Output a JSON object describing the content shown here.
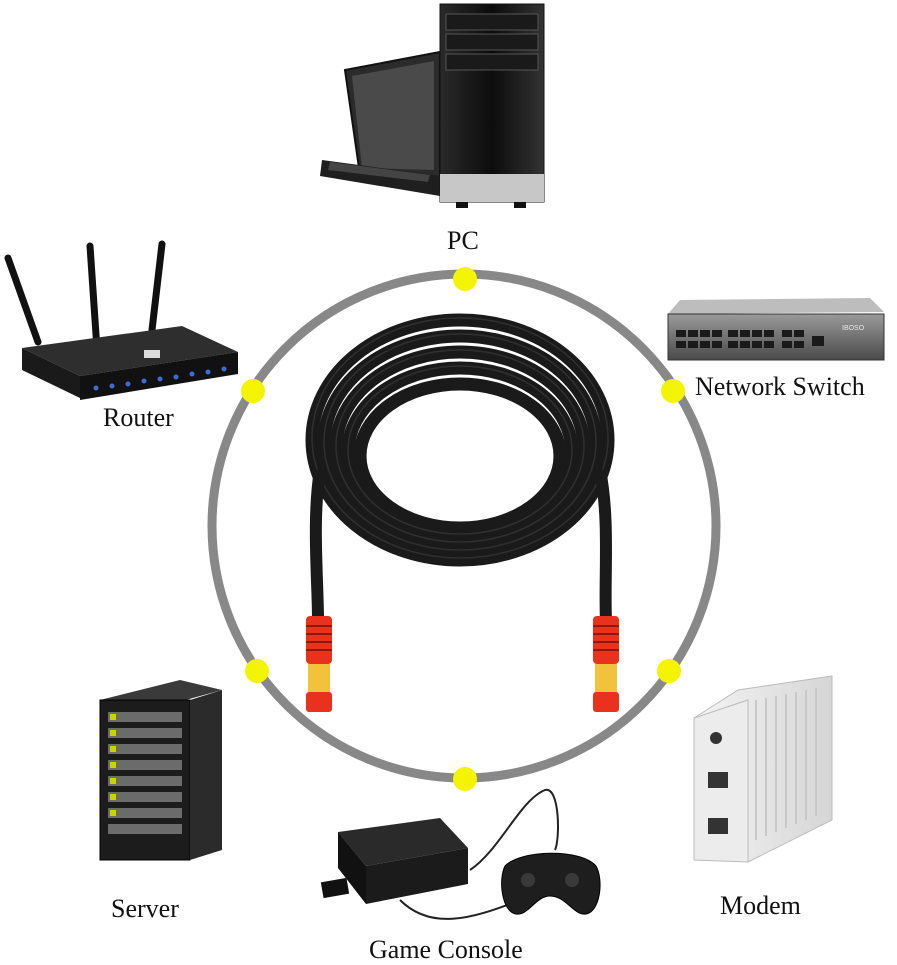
{
  "devices": {
    "pc": {
      "label": "PC"
    },
    "network_switch": {
      "label": "Network Switch",
      "brand_text": "IBOSO"
    },
    "router": {
      "label": "Router"
    },
    "modem": {
      "label": "Modem"
    },
    "server": {
      "label": "Server"
    },
    "game_console": {
      "label": "Game Console"
    }
  },
  "colors": {
    "ring": "#888888",
    "node": "#f4f400",
    "cable": "#1a1a1a",
    "connector": "#e8321e",
    "connector_plug": "#f1c23a"
  },
  "connection_nodes": [
    "top",
    "upper-right",
    "lower-right",
    "bottom",
    "lower-left",
    "upper-left"
  ]
}
